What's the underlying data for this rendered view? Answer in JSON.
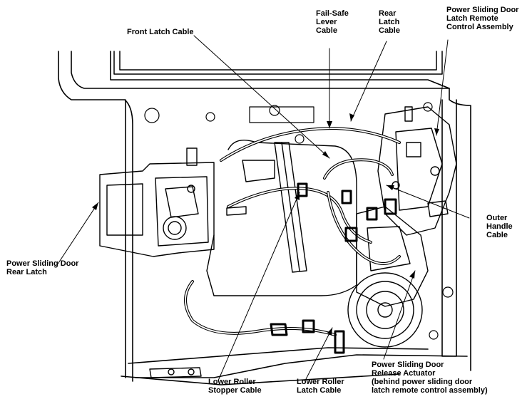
{
  "labels": {
    "front_latch_cable": [
      "Front Latch Cable"
    ],
    "fail_safe_lever_cable": [
      "Fail-Safe",
      "Lever",
      "Cable"
    ],
    "rear_latch_cable": [
      "Rear",
      "Latch",
      "Cable"
    ],
    "remote_control_assembly": [
      "Power Sliding Door",
      "Latch Remote",
      "Control Assembly"
    ],
    "outer_handle_cable": [
      "Outer",
      "Handle",
      "Cable"
    ],
    "rear_latch": [
      "Power Sliding Door",
      "Rear Latch"
    ],
    "lower_roller_stopper_cable": [
      "Lower Roller",
      "Stopper Cable"
    ],
    "lower_roller_latch_cable": [
      "Lower Roller",
      "Latch Cable"
    ],
    "release_actuator": [
      "Power Sliding Door",
      "Release Actuator",
      "(behind power sliding door",
      "latch remote control assembly)"
    ]
  }
}
